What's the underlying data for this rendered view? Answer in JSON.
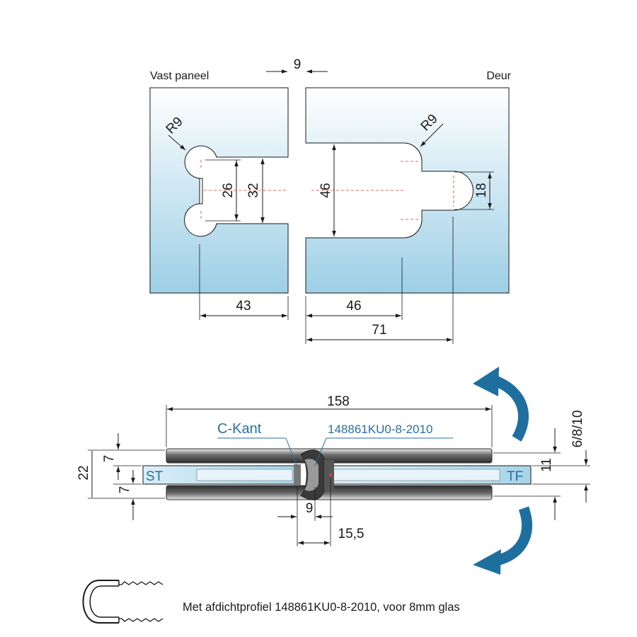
{
  "labels": {
    "fixed_panel": "Vast paneel",
    "door": "Deur",
    "c_kant": "C-Kant",
    "profile_code": "148861KU0-8-2010",
    "st": "ST",
    "tf": "TF",
    "caption": "Met afdichtprofiel 148861KU0-8-2010, voor 8mm glas"
  },
  "dimensions": {
    "gap_top": "9",
    "radius_left": "R9",
    "radius_right": "R9",
    "d26": "26",
    "d32": "32",
    "d46_vert": "46",
    "d18": "18",
    "d43": "43",
    "d46_horiz": "46",
    "d71": "71",
    "d158": "158",
    "d22": "22",
    "d7_top": "7",
    "d7_bottom": "7",
    "d9_bottom": "9",
    "d15_5": "15,5",
    "d11": "11",
    "d_glass": "6/8/10"
  },
  "colors": {
    "glass_top": "#ffffff",
    "glass_bottom": "#9dcfe6",
    "accent_blue": "#1f6f9e",
    "hinge_dark": "#4d4d4d",
    "dim_red": "#e23a3a"
  },
  "icons": {
    "rotate_up": "curved-arrow-icon",
    "rotate_down": "curved-arrow-icon",
    "seal_profile": "seal-profile-icon"
  }
}
